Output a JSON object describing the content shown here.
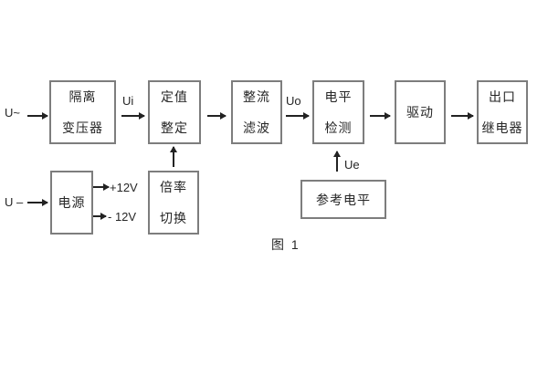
{
  "figure": {
    "caption": "图 1",
    "colors": {
      "border": "#7d7d7d",
      "text": "#262626",
      "arrow": "#222222",
      "background": "#ffffff"
    },
    "nodes": {
      "isolation_transformer": {
        "line1": "隔离",
        "line2": "变压器"
      },
      "setting_adjust": {
        "line1": "定值",
        "line2": "整定"
      },
      "rectifier_filter": {
        "line1": "整流",
        "line2": "滤波"
      },
      "level_detect": {
        "line1": "电平",
        "line2": "检测"
      },
      "driver": {
        "line1": "驱动"
      },
      "output_relay": {
        "line1": "出口",
        "line2": "继电器"
      },
      "power_supply": {
        "line1": "电源"
      },
      "ratio_switch": {
        "line1": "倍率",
        "line2": "切换"
      },
      "reference_level": {
        "line1": "参考电平"
      }
    },
    "labels": {
      "ac_input": "U~",
      "dc_input": "U –",
      "ui": "Ui",
      "uo": "Uo",
      "ue": "Ue",
      "plus12v": "+12V",
      "minus12v": "- 12V"
    }
  }
}
